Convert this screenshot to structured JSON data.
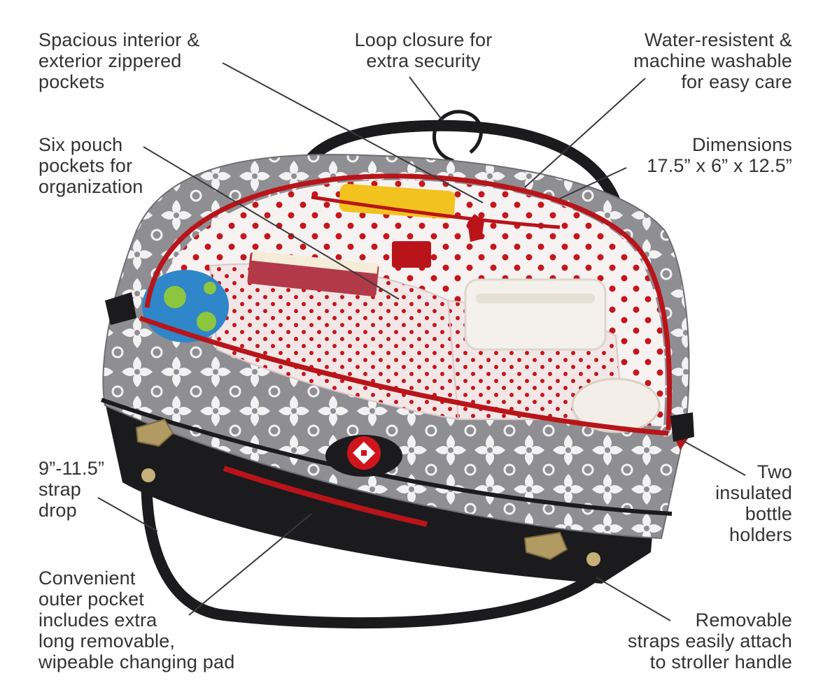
{
  "callouts": {
    "interior_pockets": [
      "Spacious interior &",
      "exterior zippered",
      "pockets"
    ],
    "loop_closure": [
      "Loop closure for",
      "extra security"
    ],
    "water_resistant": [
      "Water-resistent &",
      "machine washable",
      "for easy care"
    ],
    "six_pouch": [
      "Six pouch",
      "pockets for",
      "organization"
    ],
    "dimensions": [
      "Dimensions",
      "17.5” x 6” x 12.5”"
    ],
    "strap_drop": [
      "9”-11.5”",
      "strap",
      "drop"
    ],
    "bottle_holders": [
      "Two",
      "insulated",
      "bottle",
      "holders"
    ],
    "outer_pocket": [
      "Convenient",
      "outer pocket",
      "includes extra",
      "long removable,",
      "wipeable changing pad"
    ],
    "removable_straps": [
      "Removable",
      "straps easily attach",
      "to stroller handle"
    ]
  },
  "colors": {
    "bag_gray": "#8f8f93",
    "pattern_white": "#f2f2f2",
    "lining_white": "#f7f2f2",
    "polka_red": "#c4161c",
    "trim_red": "#b8141a",
    "bag_black": "#1b1b1d",
    "text": "#333333"
  },
  "icons": [
    "bag-illustration",
    "handle-icon",
    "loop-closure-icon",
    "clasp-icon",
    "brand-badge-icon"
  ]
}
